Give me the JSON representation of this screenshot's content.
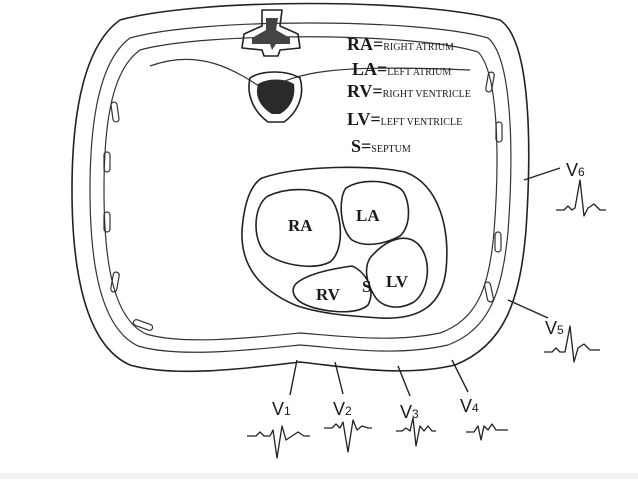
{
  "legend": [
    {
      "abbr": "RA",
      "eq": "=",
      "desc": "RIGHT ATRIUM"
    },
    {
      "abbr": "LA",
      "eq": "=",
      "desc": "LEFT ATRIUM"
    },
    {
      "abbr": "RV",
      "eq": "=",
      "desc": "RIGHT VENTRICLE"
    },
    {
      "abbr": "LV",
      "eq": "=",
      "desc": "LEFT VENTRICLE"
    },
    {
      "abbr": "S",
      "eq": "=",
      "desc": "SEPTUM"
    }
  ],
  "chambers": {
    "ra": "RA",
    "la": "LA",
    "rv": "RV",
    "lv": "LV",
    "septum": "S"
  },
  "leads": [
    {
      "main": "V",
      "sub": "1"
    },
    {
      "main": "V",
      "sub": "2"
    },
    {
      "main": "V",
      "sub": "3"
    },
    {
      "main": "V",
      "sub": "4"
    },
    {
      "main": "V",
      "sub": "5"
    },
    {
      "main": "V",
      "sub": "6"
    }
  ]
}
